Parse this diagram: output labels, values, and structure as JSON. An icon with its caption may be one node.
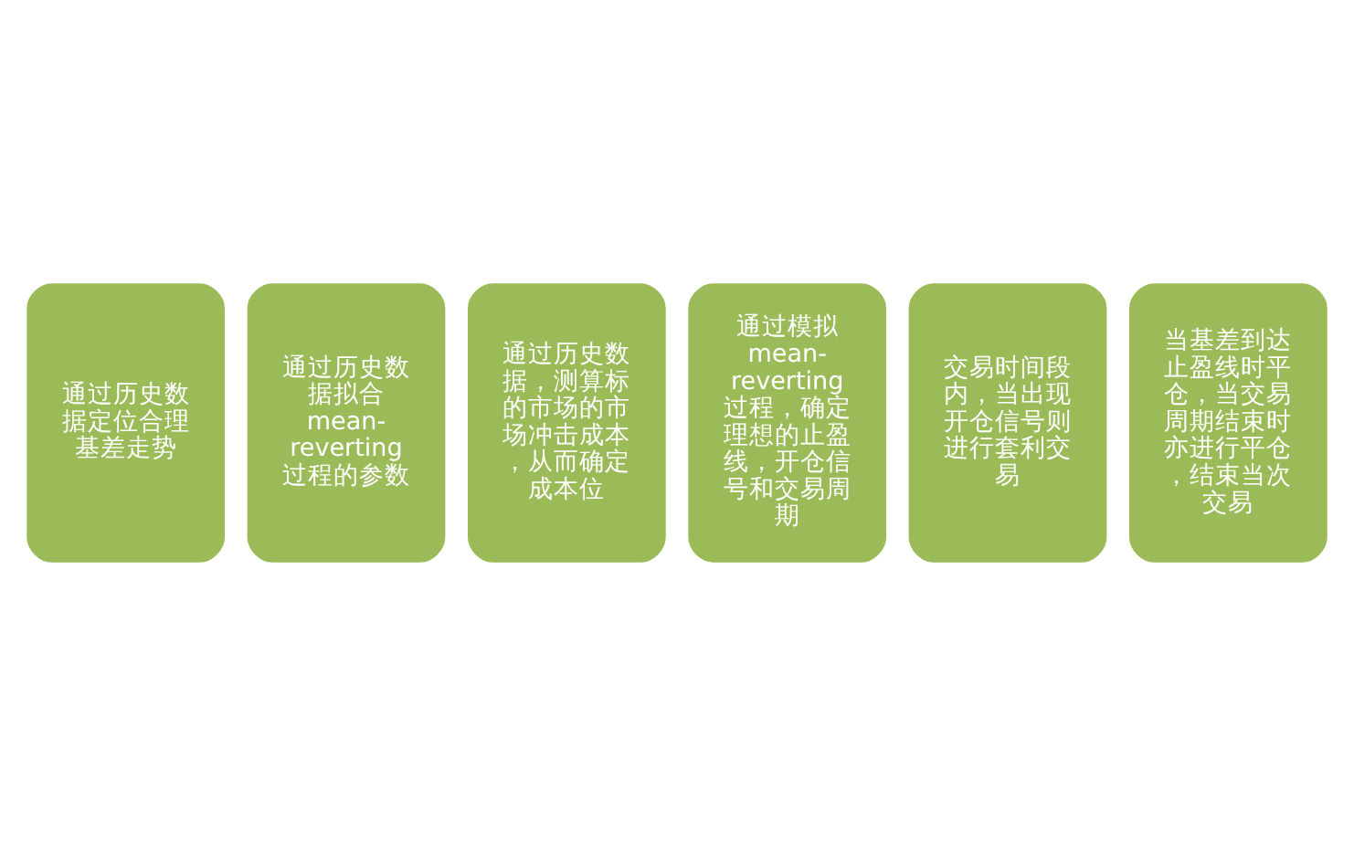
{
  "diagram": {
    "nodes": [
      {
        "text": [
          "通过历史数据定位合理基差走势"
        ]
      },
      {
        "text": [
          "通过历史数据拟合mean-reverting过程的参数"
        ]
      },
      {
        "text": [
          "通过历史数据，测算标的市场的市场冲击成本，从而确定成本位"
        ]
      },
      {
        "text": [
          "通过模拟mean-reverting过程，确定理想的止盈线，开仓信号和交易周期"
        ]
      },
      {
        "text": [
          "交易时间段内，当出现开仓信号则进行套利交易"
        ]
      },
      {
        "text": [
          "当基差到达止盈线时平仓，当交易周期结束时亦进行平仓，结束当次交易"
        ]
      }
    ]
  }
}
